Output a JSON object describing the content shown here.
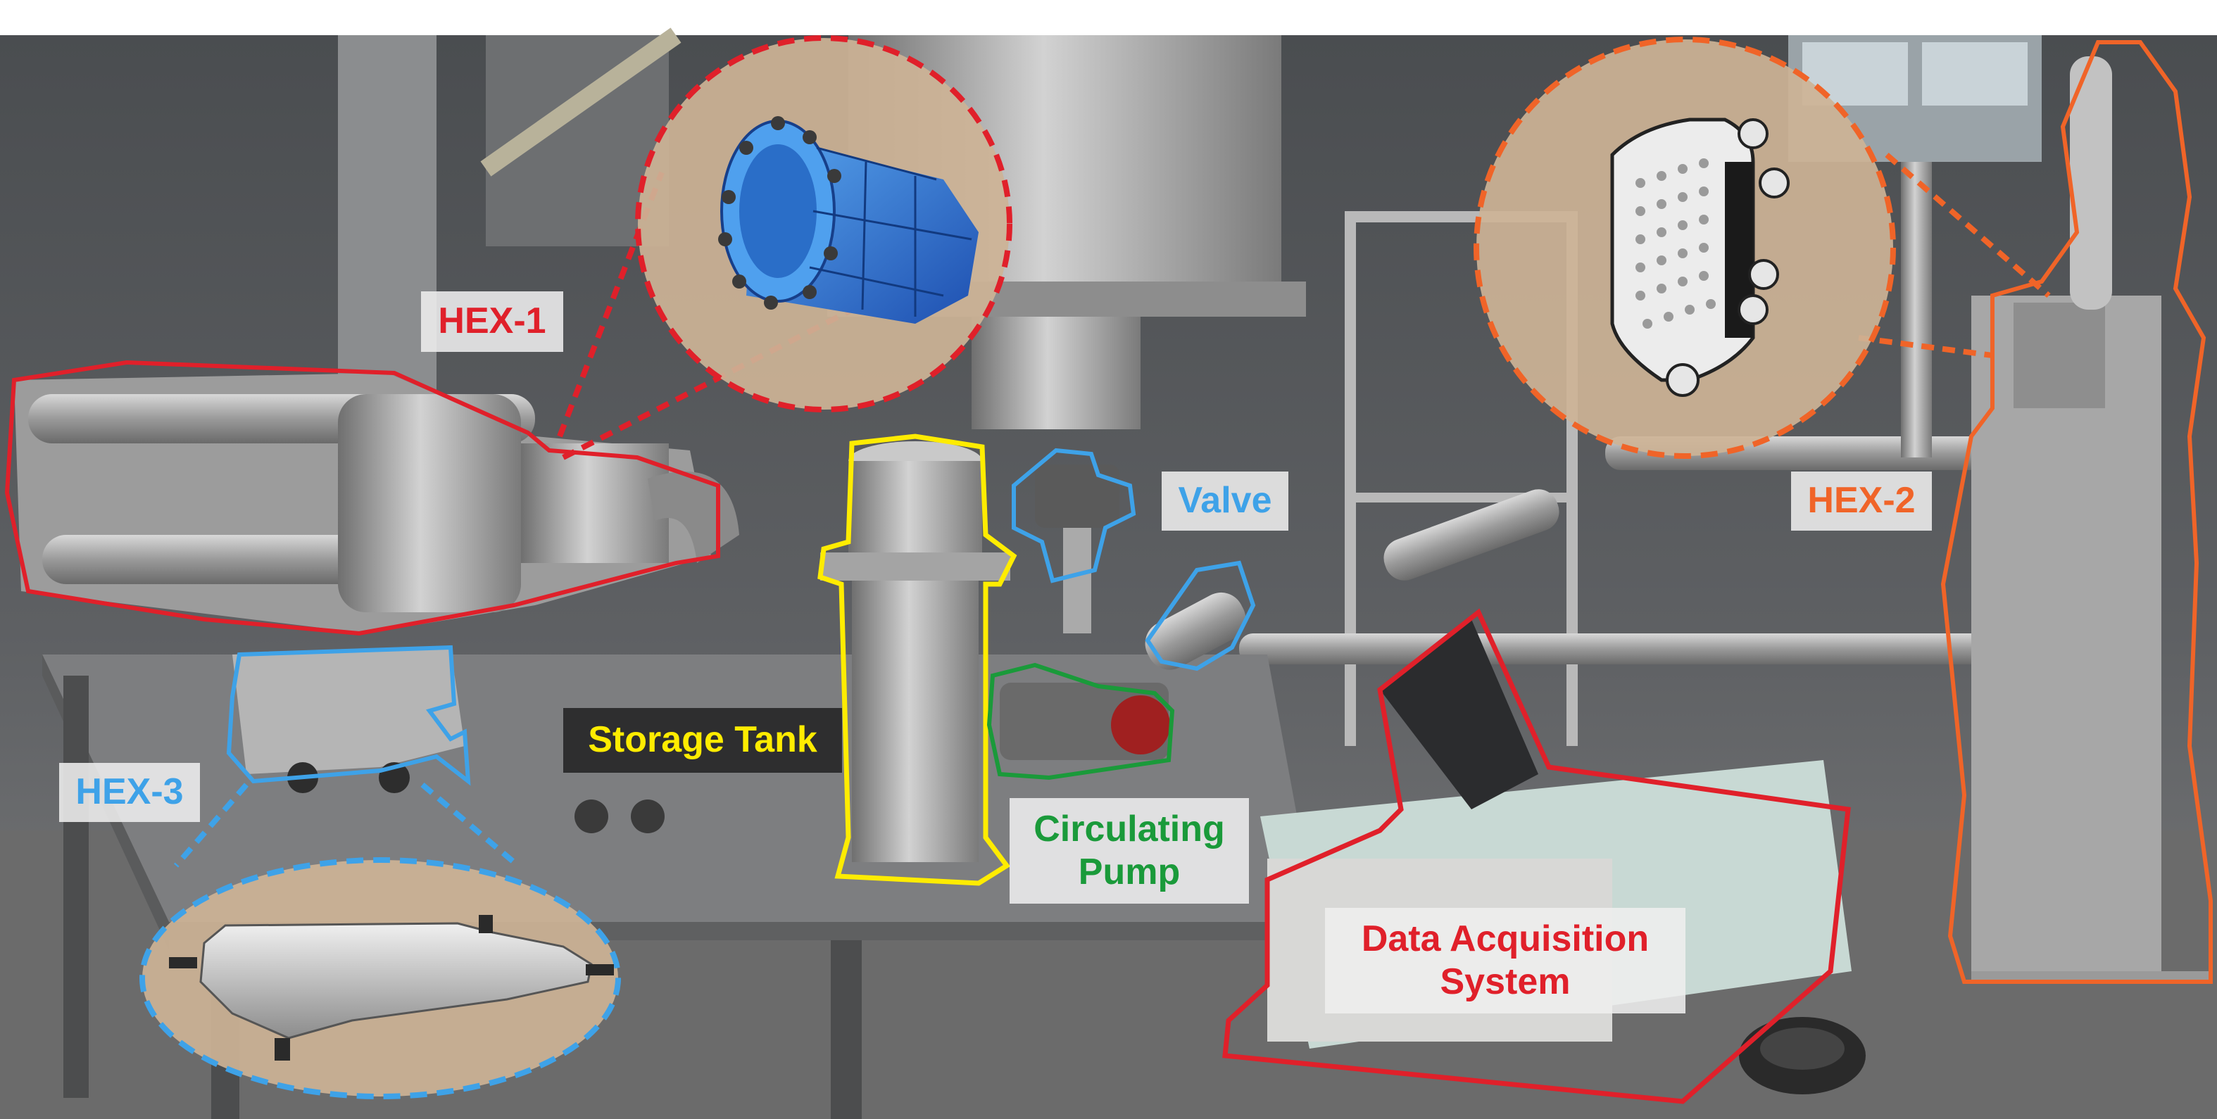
{
  "labels": {
    "hex1": "HEX-1",
    "hex2": "HEX-2",
    "hex3": "HEX-3",
    "valve": "Valve",
    "storage_tank": "Storage Tank",
    "circulating_pump": "Circulating\nPump",
    "data_acquisition": "Data Acquisition\nSystem"
  },
  "colors": {
    "hex1": "#e0202a",
    "hex2": "#f06428",
    "hex3": "#3ea2e8",
    "valve": "#3ea2e8",
    "storage_tank": "#ffec00",
    "circulating_pump": "#1a9a3a",
    "data_acquisition": "#e0202a",
    "inset_background": "#cdb396"
  }
}
